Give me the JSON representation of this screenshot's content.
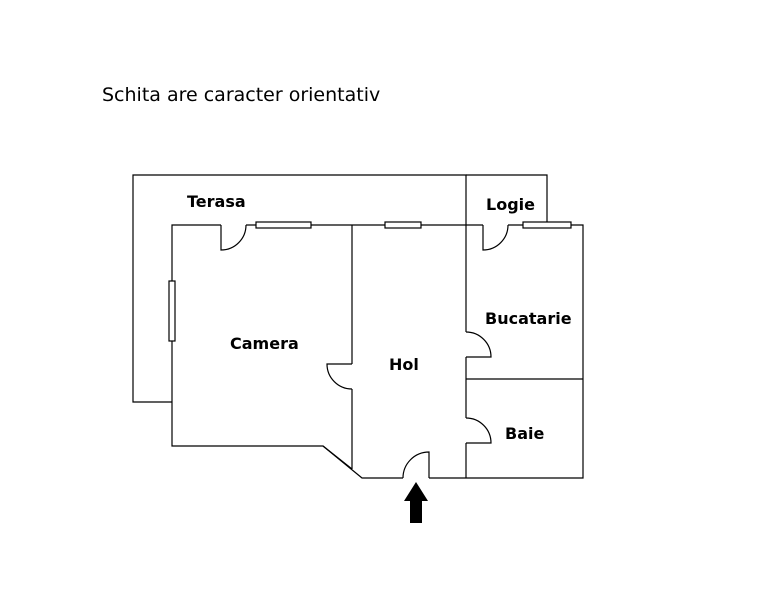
{
  "title": "Schita are caracter orientativ",
  "rooms": {
    "terasa": "Terasa",
    "logie": "Logie",
    "camera": "Camera",
    "hol": "Hol",
    "bucatarie": "Bucatarie",
    "baie": "Baie"
  },
  "icons": {
    "entrance": "arrow-up-icon"
  },
  "colors": {
    "line": "#000000",
    "background": "#ffffff"
  }
}
